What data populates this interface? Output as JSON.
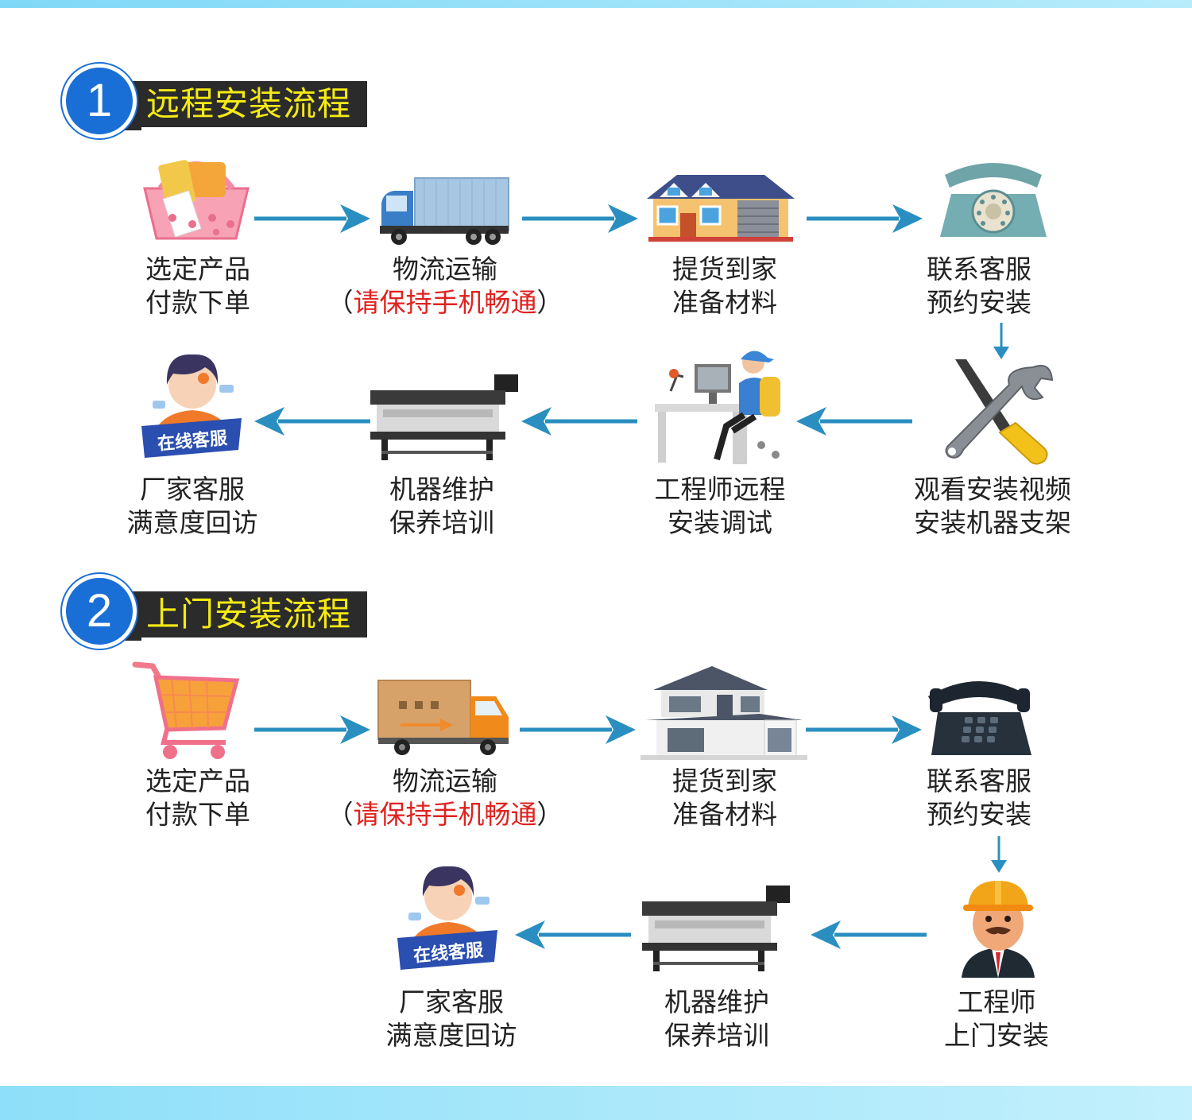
{
  "sections": [
    {
      "number": "1",
      "title": "远程安装流程",
      "steps": [
        {
          "line1": "选定产品",
          "line2": "付款下单",
          "icon": "shopping-basket-icon"
        },
        {
          "line1": "物流运输",
          "line2_open": "（",
          "line2_red": "请保持手机畅通",
          "line2_close": "）",
          "icon": "truck-icon"
        },
        {
          "line1": "提货到家",
          "line2": "准备材料",
          "icon": "house-icon"
        },
        {
          "line1": "联系客服",
          "line2": "预约安装",
          "icon": "rotary-phone-icon"
        },
        {
          "line1": "观看安装视频",
          "line2": "安装机器支架",
          "icon": "wrench-screwdriver-icon"
        },
        {
          "line1": "工程师远程",
          "line2": "安装调试",
          "icon": "engineer-computer-icon"
        },
        {
          "line1": "机器维护",
          "line2": "保养培训",
          "icon": "printer-machine-icon"
        },
        {
          "line1": "厂家客服",
          "line2": "满意度回访",
          "icon": "customer-service-icon",
          "badge": "在线客服"
        }
      ]
    },
    {
      "number": "2",
      "title": "上门安装流程",
      "steps": [
        {
          "line1": "选定产品",
          "line2": "付款下单",
          "icon": "shopping-cart-icon"
        },
        {
          "line1": "物流运输",
          "line2_open": "（",
          "line2_red": "请保持手机畅通",
          "line2_close": "）",
          "icon": "delivery-truck-icon"
        },
        {
          "line1": "提货到家",
          "line2": "准备材料",
          "icon": "villa-icon"
        },
        {
          "line1": "联系客服",
          "line2": "预约安装",
          "icon": "desk-phone-icon"
        },
        {
          "line1": "工程师",
          "line2": "上门安装",
          "icon": "engineer-hardhat-icon"
        },
        {
          "line1": "机器维护",
          "line2": "保养培训",
          "icon": "printer-machine-icon"
        },
        {
          "line1": "厂家客服",
          "line2": "满意度回访",
          "icon": "customer-service-icon",
          "badge": "在线客服"
        }
      ]
    }
  ],
  "colors": {
    "accent_blue": "#1a6fd6",
    "arrow": "#2a8fc0",
    "title_bg": "#2b2b2b",
    "title_text": "#f5ea14",
    "highlight_red": "#e0221f"
  }
}
